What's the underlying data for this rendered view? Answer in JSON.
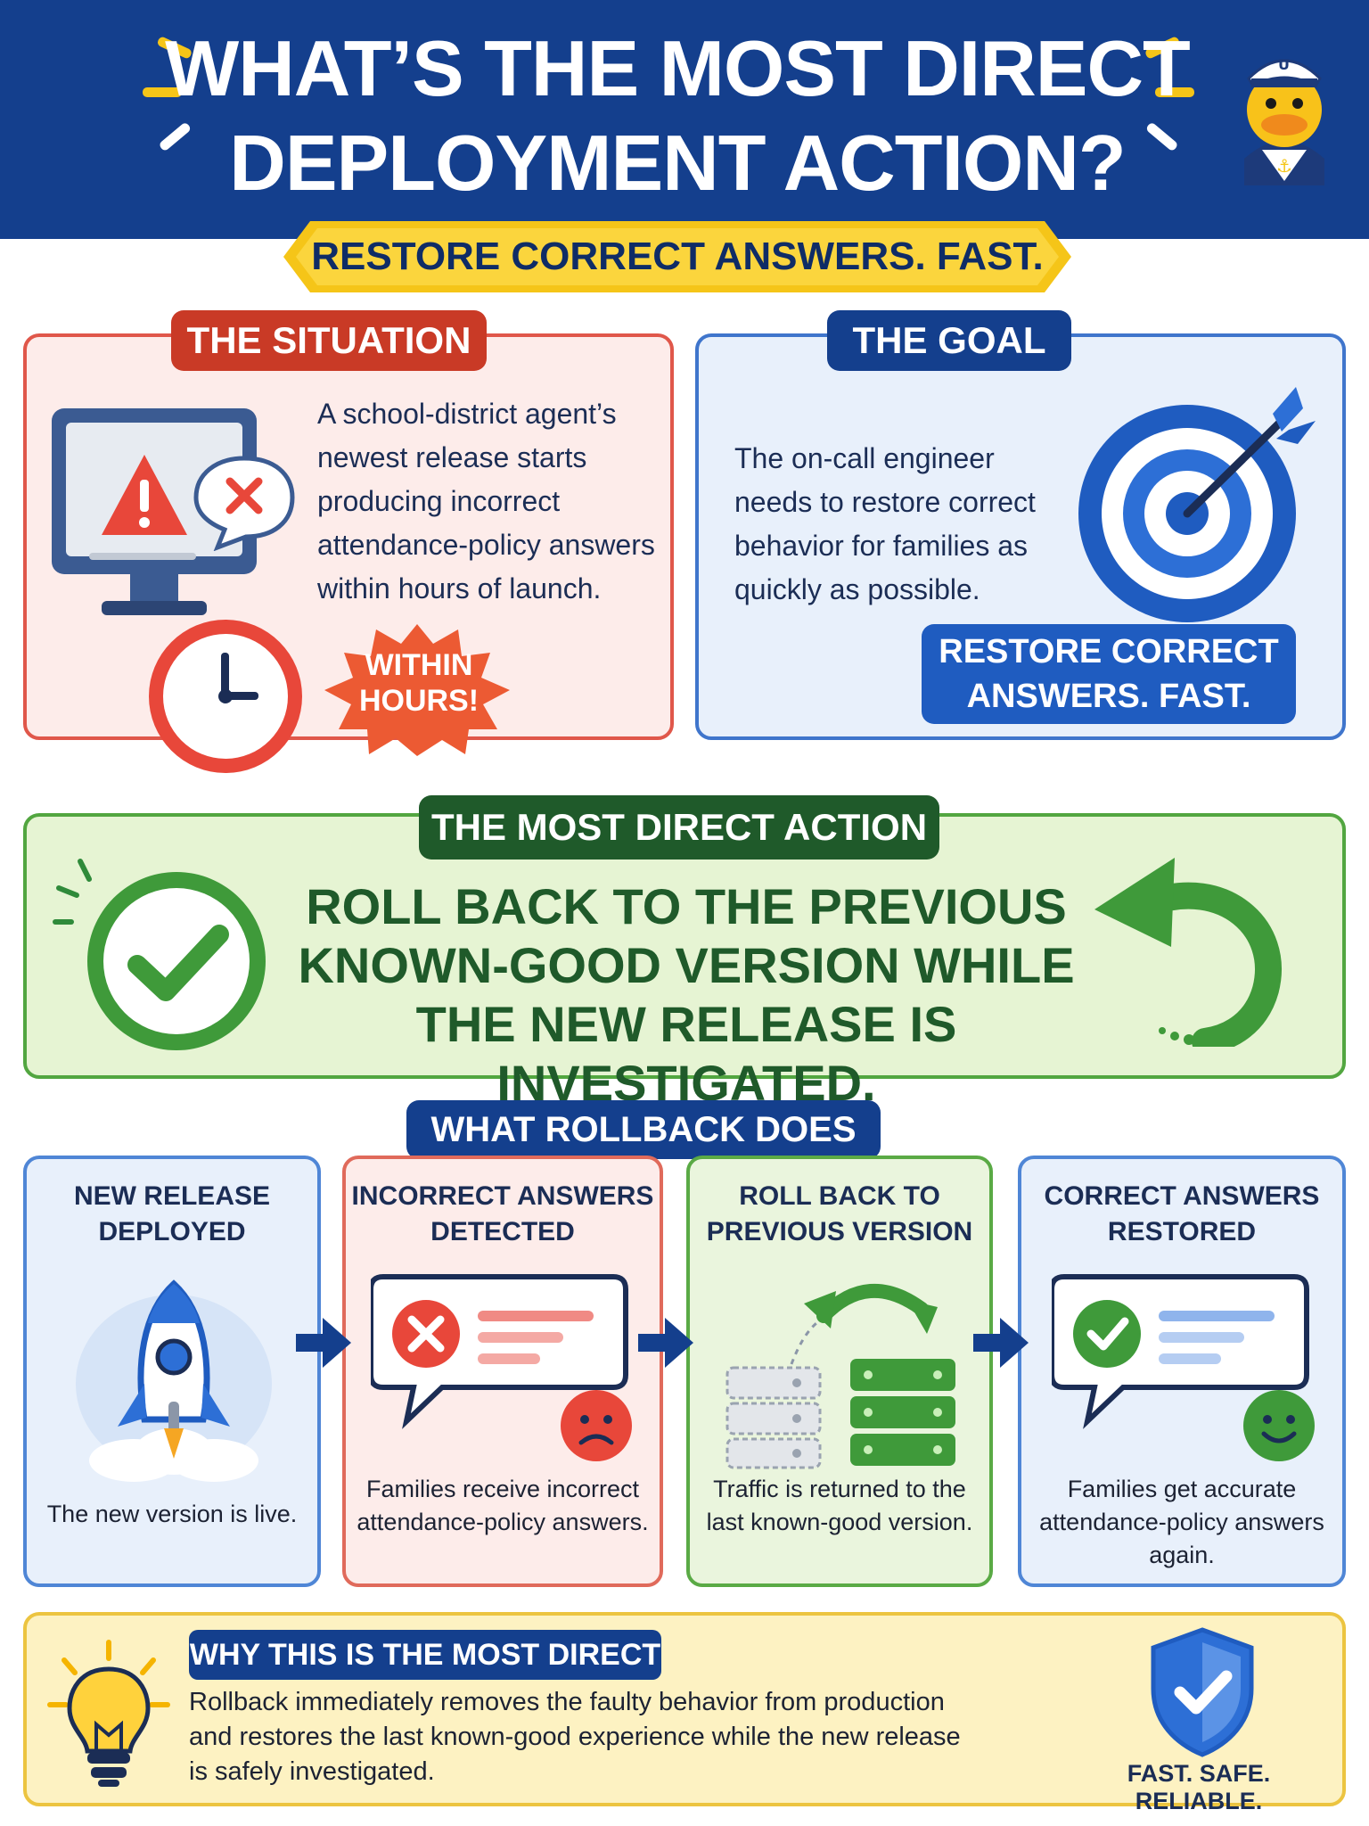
{
  "header": {
    "title_line1": "WHAT’S THE MOST DIRECT",
    "title_line2": "DEPLOYMENT ACTION?",
    "subtitle": "RESTORE CORRECT ANSWERS. FAST."
  },
  "situation": {
    "tag": "THE SITUATION",
    "text": "A school-district agent’s newest release starts producing incorrect attendance-policy answers within hours of launch.",
    "badge_line1": "WITHIN",
    "badge_line2": "HOURS!"
  },
  "goal": {
    "tag": "THE GOAL",
    "text": "The on-call engineer needs to restore correct behavior for families as quickly as possible.",
    "badge_line1": "RESTORE CORRECT",
    "badge_line2": "ANSWERS. FAST."
  },
  "action": {
    "tag": "THE MOST DIRECT ACTION",
    "line1": "ROLL BACK TO THE PREVIOUS",
    "line2": "KNOWN-GOOD VERSION WHILE",
    "line3": "THE NEW RELEASE IS INVESTIGATED."
  },
  "rollback": {
    "tag": "WHAT ROLLBACK DOES",
    "steps": [
      {
        "title_line1": "NEW RELEASE",
        "title_line2": "DEPLOYED",
        "desc": "The new version is live."
      },
      {
        "title_line1": "INCORRECT ANSWERS",
        "title_line2": "DETECTED",
        "desc": "Families receive incorrect attendance-policy answers."
      },
      {
        "title_line1": "ROLL BACK TO",
        "title_line2": "PREVIOUS VERSION",
        "desc": "Traffic is returned to the last known-good version."
      },
      {
        "title_line1": "CORRECT ANSWERS",
        "title_line2": "RESTORED",
        "desc": "Families get accurate attendance-policy answers again."
      }
    ]
  },
  "why": {
    "tag": "WHY THIS IS THE MOST DIRECT",
    "text": "Rollback immediately removes the faulty behavior from production and restores the last known-good experience while the new release is safely investigated.",
    "tagline": "FAST. SAFE. RELIABLE."
  },
  "colors": {
    "navy": "#143f8d",
    "red": "#c93a26",
    "green": "#1f5a2a",
    "yellow": "#f5c518"
  },
  "icons": [
    "warning-monitor-icon",
    "error-bubble-icon",
    "clock-icon",
    "target-arrow-icon",
    "checkmark-circle-icon",
    "rollback-arrow-icon",
    "rocket-icon",
    "error-message-icon",
    "sad-face-icon",
    "server-swap-icon",
    "success-message-icon",
    "happy-face-icon",
    "lightbulb-icon",
    "shield-check-icon",
    "sailor-duck-mascot-icon"
  ]
}
